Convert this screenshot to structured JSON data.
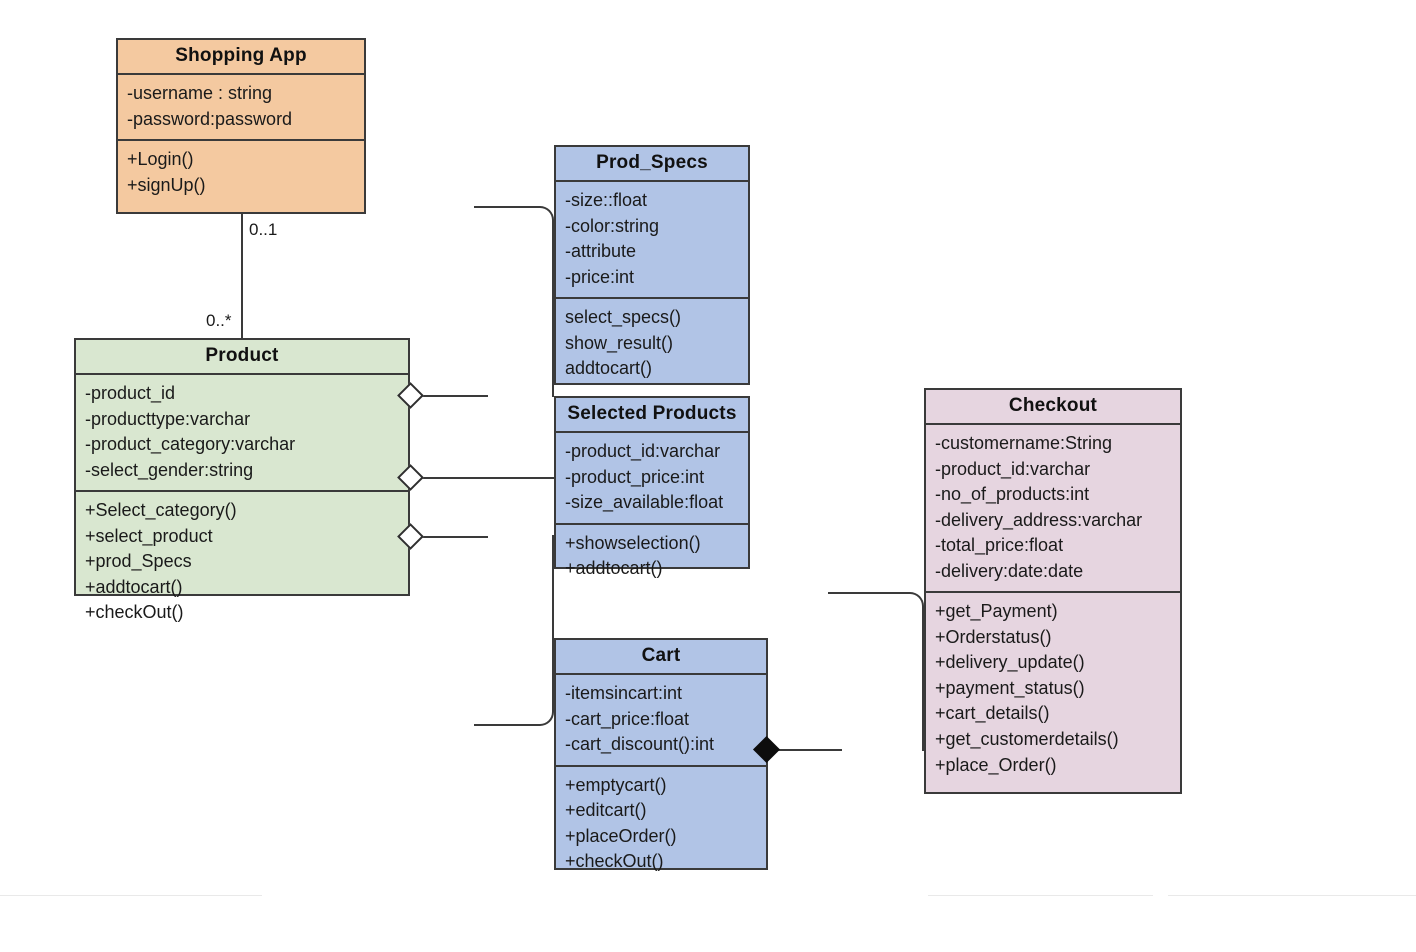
{
  "diagram": {
    "kind": "uml-class-diagram",
    "title": "Shopping Application Class Diagram",
    "colors": {
      "orange_fill": "#f4c9a0",
      "green_fill": "#d9e7d0",
      "blue_fill": "#b1c4e6",
      "pink_fill": "#e6d5e0",
      "border": "#3a3a3a",
      "connector": "#3a3a3a",
      "background": "#ffffff"
    }
  },
  "classes": {
    "shopping_app": {
      "name": "Shopping App",
      "attributes": [
        "-username : string",
        "-password:password"
      ],
      "operations": [
        "+Login()",
        "+signUp()"
      ]
    },
    "product": {
      "name": "Product",
      "attributes": [
        "-product_id",
        "-producttype:varchar",
        "-product_category:varchar",
        "-select_gender:string"
      ],
      "operations": [
        "+Select_category()",
        "+select_product",
        "+prod_Specs",
        "+addtocart()",
        "+checkOut()"
      ]
    },
    "prod_specs": {
      "name": "Prod_Specs",
      "attributes": [
        "-size::float",
        "-color:string",
        "-attribute",
        "-price:int"
      ],
      "operations": [
        "select_specs()",
        "show_result()",
        "addtocart()"
      ]
    },
    "selected_products": {
      "name": "Selected Products",
      "attributes": [
        "-product_id:varchar",
        "-product_price:int",
        "-size_available:float"
      ],
      "operations": [
        "+showselection()",
        "+addtocart()"
      ]
    },
    "cart": {
      "name": "Cart",
      "attributes": [
        "-itemsincart:int",
        "-cart_price:float",
        "-cart_discount():int"
      ],
      "operations": [
        "+emptycart()",
        "+editcart()",
        "+placeOrder()",
        "+checkOut()"
      ]
    },
    "checkout": {
      "name": "Checkout",
      "attributes": [
        "-customername:String",
        "-product_id:varchar",
        "-no_of_products:int",
        "-delivery_address:varchar",
        "-total_price:float",
        "-delivery:date:date"
      ],
      "operations": [
        "+get_Payment)",
        "+Orderstatus()",
        "+delivery_update()",
        "+payment_status()",
        "+cart_details()",
        "+get_customerdetails()",
        "+place_Order()"
      ]
    }
  },
  "relationships": [
    {
      "id": "shoppingapp-product",
      "from": "shopping_app",
      "to": "product",
      "type": "association",
      "source_multiplicity": "0..1",
      "target_multiplicity": "0..*"
    },
    {
      "id": "product-prodspecs",
      "from": "product",
      "to": "prod_specs",
      "type": "aggregation",
      "marker": "hollow-diamond"
    },
    {
      "id": "product-selectedproducts",
      "from": "product",
      "to": "selected_products",
      "type": "aggregation",
      "marker": "hollow-diamond"
    },
    {
      "id": "product-cart",
      "from": "product",
      "to": "cart",
      "type": "aggregation",
      "marker": "hollow-diamond"
    },
    {
      "id": "cart-checkout",
      "from": "cart",
      "to": "checkout",
      "type": "composition",
      "marker": "filled-diamond"
    }
  ],
  "multiplicity_labels": {
    "shoppingapp_end": "0..1",
    "product_end": "0..*"
  }
}
